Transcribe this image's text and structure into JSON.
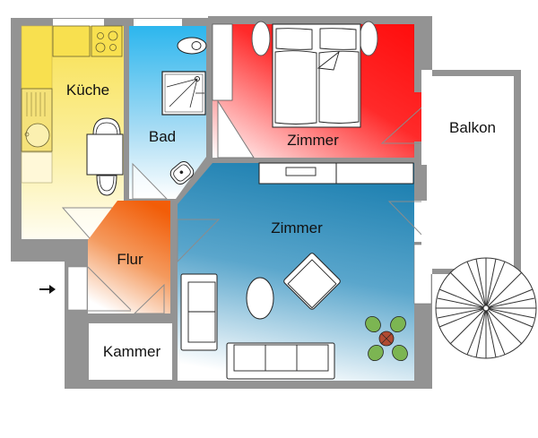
{
  "plan": {
    "type": "apartment floor plan",
    "colors": {
      "wall": "#939393",
      "kitchen": "#f9e25a",
      "bath": "#33bdf0",
      "bedroom": "#ff1010",
      "hall": "#f2620f",
      "living": "#1e84b4",
      "white": "#ffffff",
      "line": "#333333"
    },
    "rooms": [
      {
        "id": "kitchen",
        "label": "Küche"
      },
      {
        "id": "bath",
        "label": "Bad"
      },
      {
        "id": "bedroom",
        "label": "Zimmer"
      },
      {
        "id": "balcony",
        "label": "Balkon"
      },
      {
        "id": "living",
        "label": "Zimmer"
      },
      {
        "id": "hall",
        "label": "Flur"
      },
      {
        "id": "storage",
        "label": "Kammer"
      }
    ],
    "entrance_arrow": "→",
    "furniture": [
      "stove",
      "sink",
      "dining-table",
      "chairs",
      "toilet",
      "shower",
      "washbasin",
      "double-bed",
      "nightstands",
      "wardrobe",
      "sideboard",
      "armchair",
      "oval-table",
      "sofa",
      "loveseat",
      "plant",
      "parasol"
    ]
  }
}
